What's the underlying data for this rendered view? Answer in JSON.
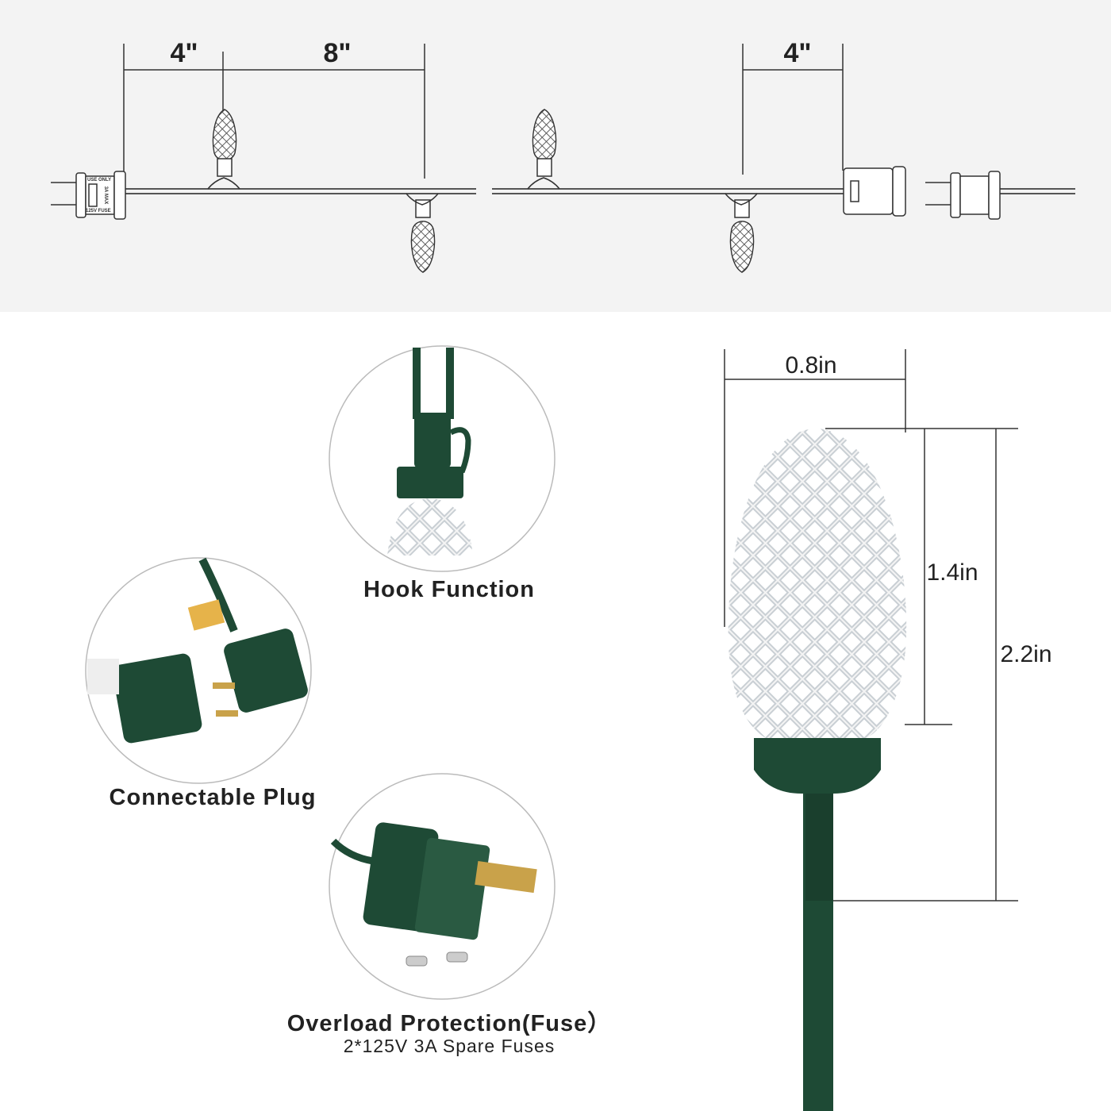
{
  "top_diagram": {
    "spacing_lead": "4\"",
    "spacing_bulbs": "8\"",
    "spacing_end": "4\"",
    "plug_text": [
      "USE ONLY",
      "125V FUSE",
      "3A MAX"
    ]
  },
  "bulb_dimensions": {
    "width": "0.8in",
    "bulb_height": "1.4in",
    "total_height": "2.2in"
  },
  "features": [
    {
      "title": "Hook Function"
    },
    {
      "title": "Connectable Plug"
    },
    {
      "title": "Overload Protection(Fuse）",
      "subtitle": "2*125V 3A Spare Fuses"
    }
  ],
  "colors": {
    "green": "#1e4a35",
    "background_band": "#f3f3f3",
    "line": "#333333"
  }
}
